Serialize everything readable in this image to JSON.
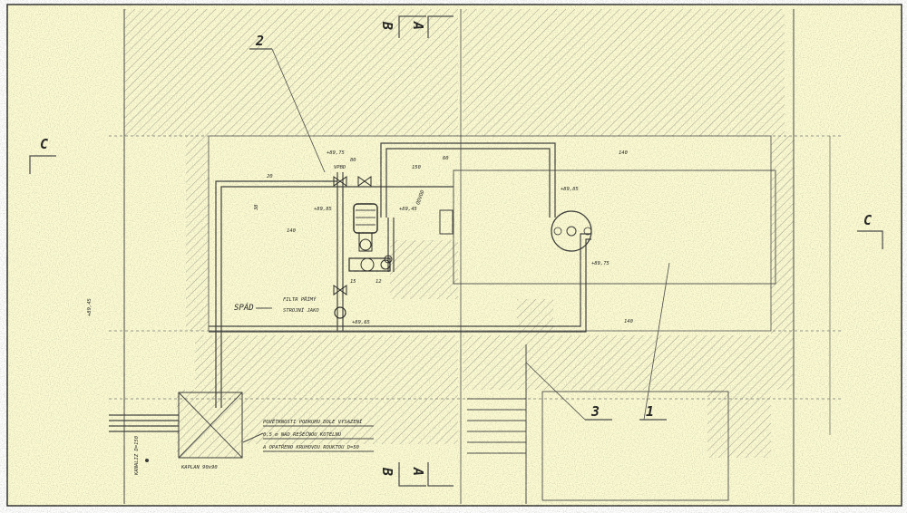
{
  "drawing": {
    "colors": {
      "paper": "#fdfcd2",
      "ink": "#1c1c1c",
      "hatch": "#9a9a88",
      "border": "#2a2a2a"
    },
    "section_marks": {
      "b_top": "B",
      "a_top": "A",
      "b_bottom": "B",
      "a_bottom": "A",
      "c_left": "C",
      "c_right": "C"
    },
    "callouts": {
      "item_2": "2",
      "item_3": "3",
      "item_1": "1"
    },
    "level_marks": {
      "l_rm1": "+89,85",
      "l_rm2": "+89,45",
      "l_rm3": "+89,65",
      "l_tank": "+89,85",
      "l_right": "+89,75",
      "l_bottom": "+89,75",
      "l_left_vert": "+89,45"
    },
    "dims": {
      "d140_top": "140",
      "d140_bot": "140",
      "d140_left": "140",
      "d150": "150",
      "d80": "80",
      "d60": "60",
      "d15": "15",
      "d12": "12",
      "d20": "20",
      "d38": "38"
    },
    "text_labels": {
      "spad": "SPÁD",
      "filtr_line1": "FILTR PŘÍMÝ",
      "filtr_line2": "STROJNÍ JAKO",
      "vpbd": "VPBD",
      "kaplan": "KAPLAN",
      "pump_note": "ODVOD",
      "vert_note": "KANALIZ D=150"
    },
    "note_box": {
      "line1": "POVĚTRNOSTI  PODRUHU  DOLE  VYSAZENÍ",
      "line2": "0,5 m  NAD  REŠEČNOU  KOTELNU",
      "line3": "A  OPATŘENO  KRUHOVOU  ROUKTOU  D=50"
    },
    "sump_label": "KAPLAN 90x90"
  }
}
